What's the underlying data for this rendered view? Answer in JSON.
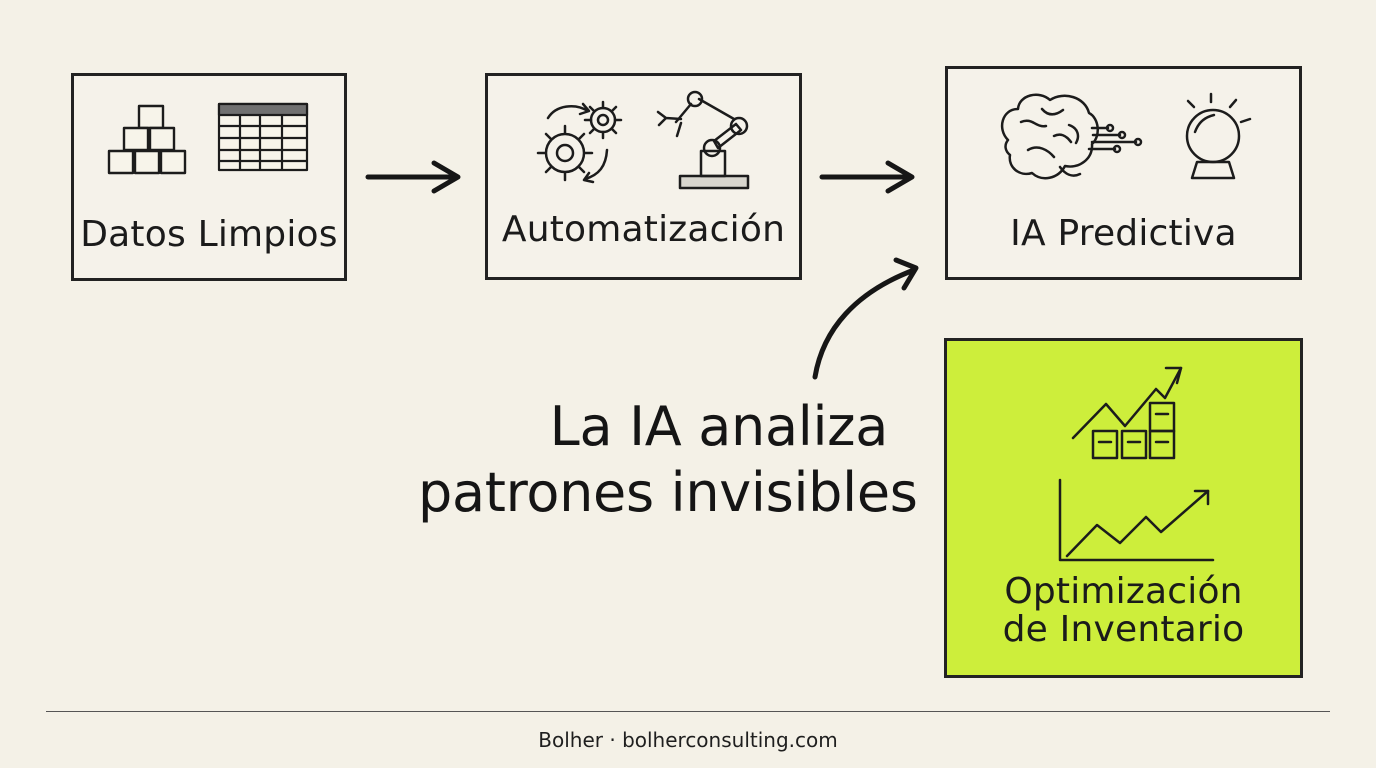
{
  "nodes": [
    {
      "label": "Datos Limpios"
    },
    {
      "label": "Automatización"
    },
    {
      "label": "IA Predictiva"
    },
    {
      "label": "Optimización de Inventario",
      "lines": [
        "Optimización",
        "de Inventario"
      ]
    }
  ],
  "annotation": {
    "lines": [
      "La IA analiza",
      "patrones invisibles"
    ]
  },
  "footer": {
    "brand": "Bolher",
    "separator": "·",
    "url": "bolherconsulting.com"
  },
  "colors": {
    "background": "#f4f1e7",
    "highlight": "#cdee3b",
    "ink": "#222222"
  },
  "icons": {
    "datos": [
      "cubes-icon",
      "spreadsheet-icon"
    ],
    "automatizacion": [
      "gears-icon",
      "robot-arm-icon"
    ],
    "predictiva": [
      "brain-network-icon",
      "crystal-ball-icon"
    ],
    "inventario": [
      "inventory-growth-icon",
      "trend-chart-icon"
    ]
  }
}
